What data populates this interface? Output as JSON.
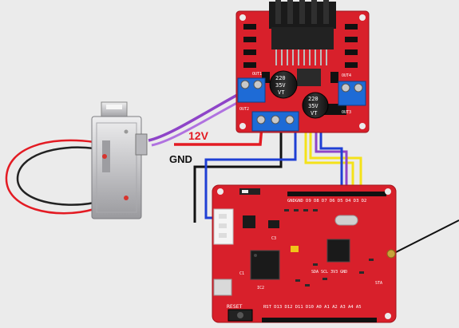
{
  "photo": {
    "wire_labels": {
      "v12": "12V",
      "gnd": "GND"
    },
    "driver_board": {
      "terminal_labels": [
        "OUT1",
        "OUT2",
        "OUT3",
        "OUT4"
      ],
      "capacitor_marks": [
        "220",
        "35V",
        "VT",
        "220",
        "35V",
        "VT"
      ]
    },
    "mcu_board": {
      "reset_label": "RESET",
      "top_header_label": "GNDGND D9 D8 D7 D6 D5 D4 D3 D2",
      "bottom_header_label": "RST D13 D12 D11 D10 A0 A1 A2 A3 A4 A5",
      "i2c_label": "SDA SCL 3V3 GND",
      "mark_c1": "C1",
      "mark_ic2": "IC2",
      "mark_c3": "C3",
      "mark_sta": "STA"
    },
    "colors": {
      "background": "#ebebeb",
      "pcb_red": "#d8202b",
      "wire_red": "#e31b23",
      "wire_black": "#111111",
      "wire_blue": "#1f3fd4",
      "wire_yellow": "#f4e21a",
      "wire_purple": "#8e44c8",
      "terminal_blue": "#1e6bd6",
      "heatsink": "#1a1a1a",
      "lock_metal": "#c9c9cb"
    }
  }
}
